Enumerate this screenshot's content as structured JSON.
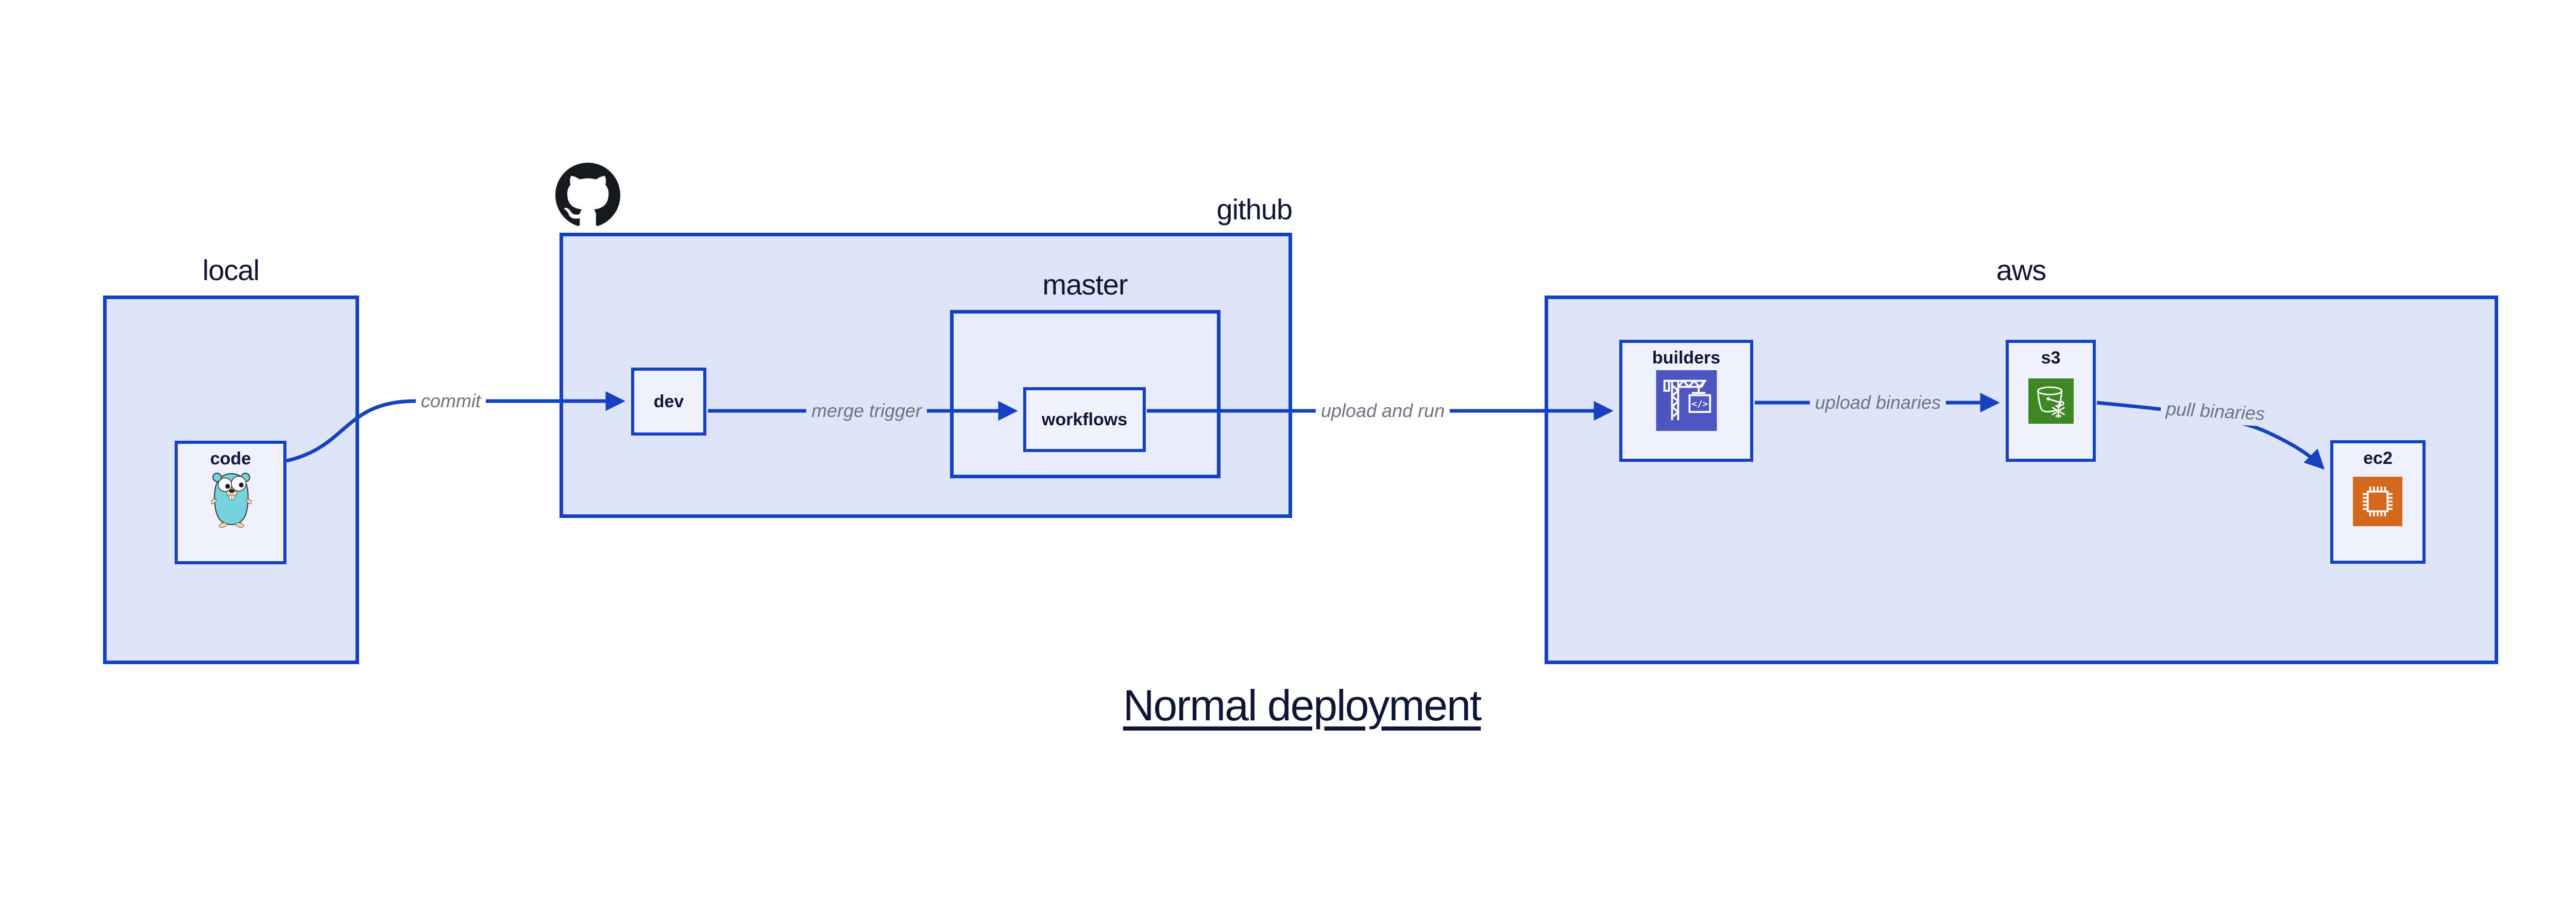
{
  "diagram": {
    "title": "Normal deployment",
    "groups": {
      "local": {
        "label": "local"
      },
      "github": {
        "label": "github",
        "icon": "github-octocat-icon"
      },
      "master": {
        "label": "master"
      },
      "aws": {
        "label": "aws"
      }
    },
    "nodes": {
      "code": {
        "label": "code",
        "icon": "go-gopher-icon",
        "parent": "local"
      },
      "dev": {
        "label": "dev",
        "parent": "github"
      },
      "workflows": {
        "label": "workflows",
        "parent": "master"
      },
      "builders": {
        "label": "builders",
        "icon": "aws-codebuild-crane-icon",
        "parent": "aws"
      },
      "s3": {
        "label": "s3",
        "icon": "aws-s3-glacier-bucket-icon",
        "parent": "aws"
      },
      "ec2": {
        "label": "ec2",
        "icon": "aws-ec2-chip-icon",
        "parent": "aws"
      }
    },
    "edges": [
      {
        "from": "code",
        "to": "dev",
        "label": "commit"
      },
      {
        "from": "dev",
        "to": "workflows",
        "label": "merge trigger"
      },
      {
        "from": "workflows",
        "to": "builders",
        "label": "upload and run"
      },
      {
        "from": "builders",
        "to": "s3",
        "label": "upload binaries"
      },
      {
        "from": "s3",
        "to": "ec2",
        "label": "pull binaries"
      }
    ],
    "colors": {
      "canvas_bg": "#ffffff",
      "border_blue": "#1642c2",
      "group_fill": "#dfe5f8",
      "master_fill": "#e9edfb",
      "node_fill": "#eff2fc",
      "text_navy": "#0f1635",
      "edge_gray": "#6d7380",
      "codebuild_indigo": "#4c55c0",
      "s3_green": "#3f8624",
      "ec2_orange": "#d4691d",
      "gopher_teal": "#74d3df",
      "github_black": "#16191d"
    }
  }
}
